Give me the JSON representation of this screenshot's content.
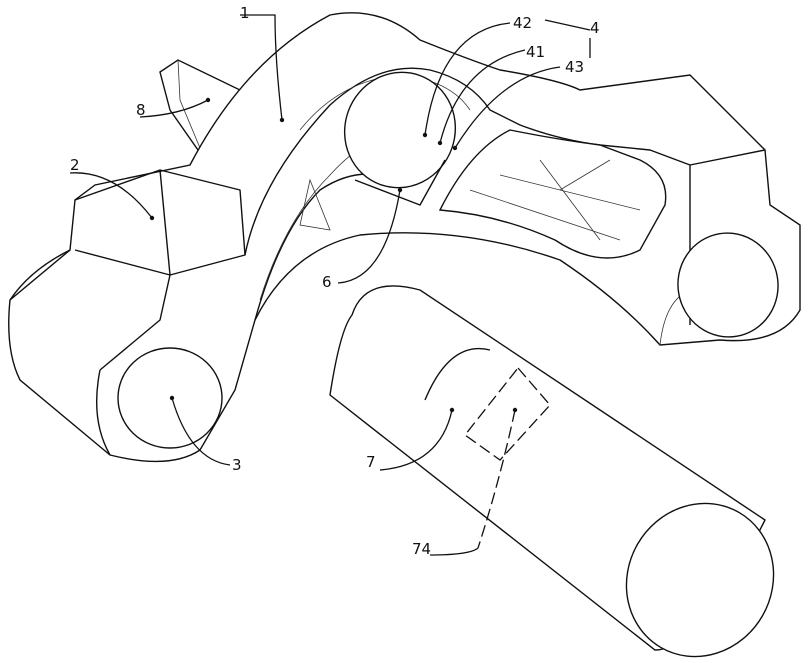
{
  "labels": {
    "l1": "1",
    "l2": "2",
    "l3": "3",
    "l4": "4",
    "l41": "41",
    "l42": "42",
    "l43": "43",
    "l6": "6",
    "l7": "7",
    "l74": "74",
    "l8": "8"
  }
}
